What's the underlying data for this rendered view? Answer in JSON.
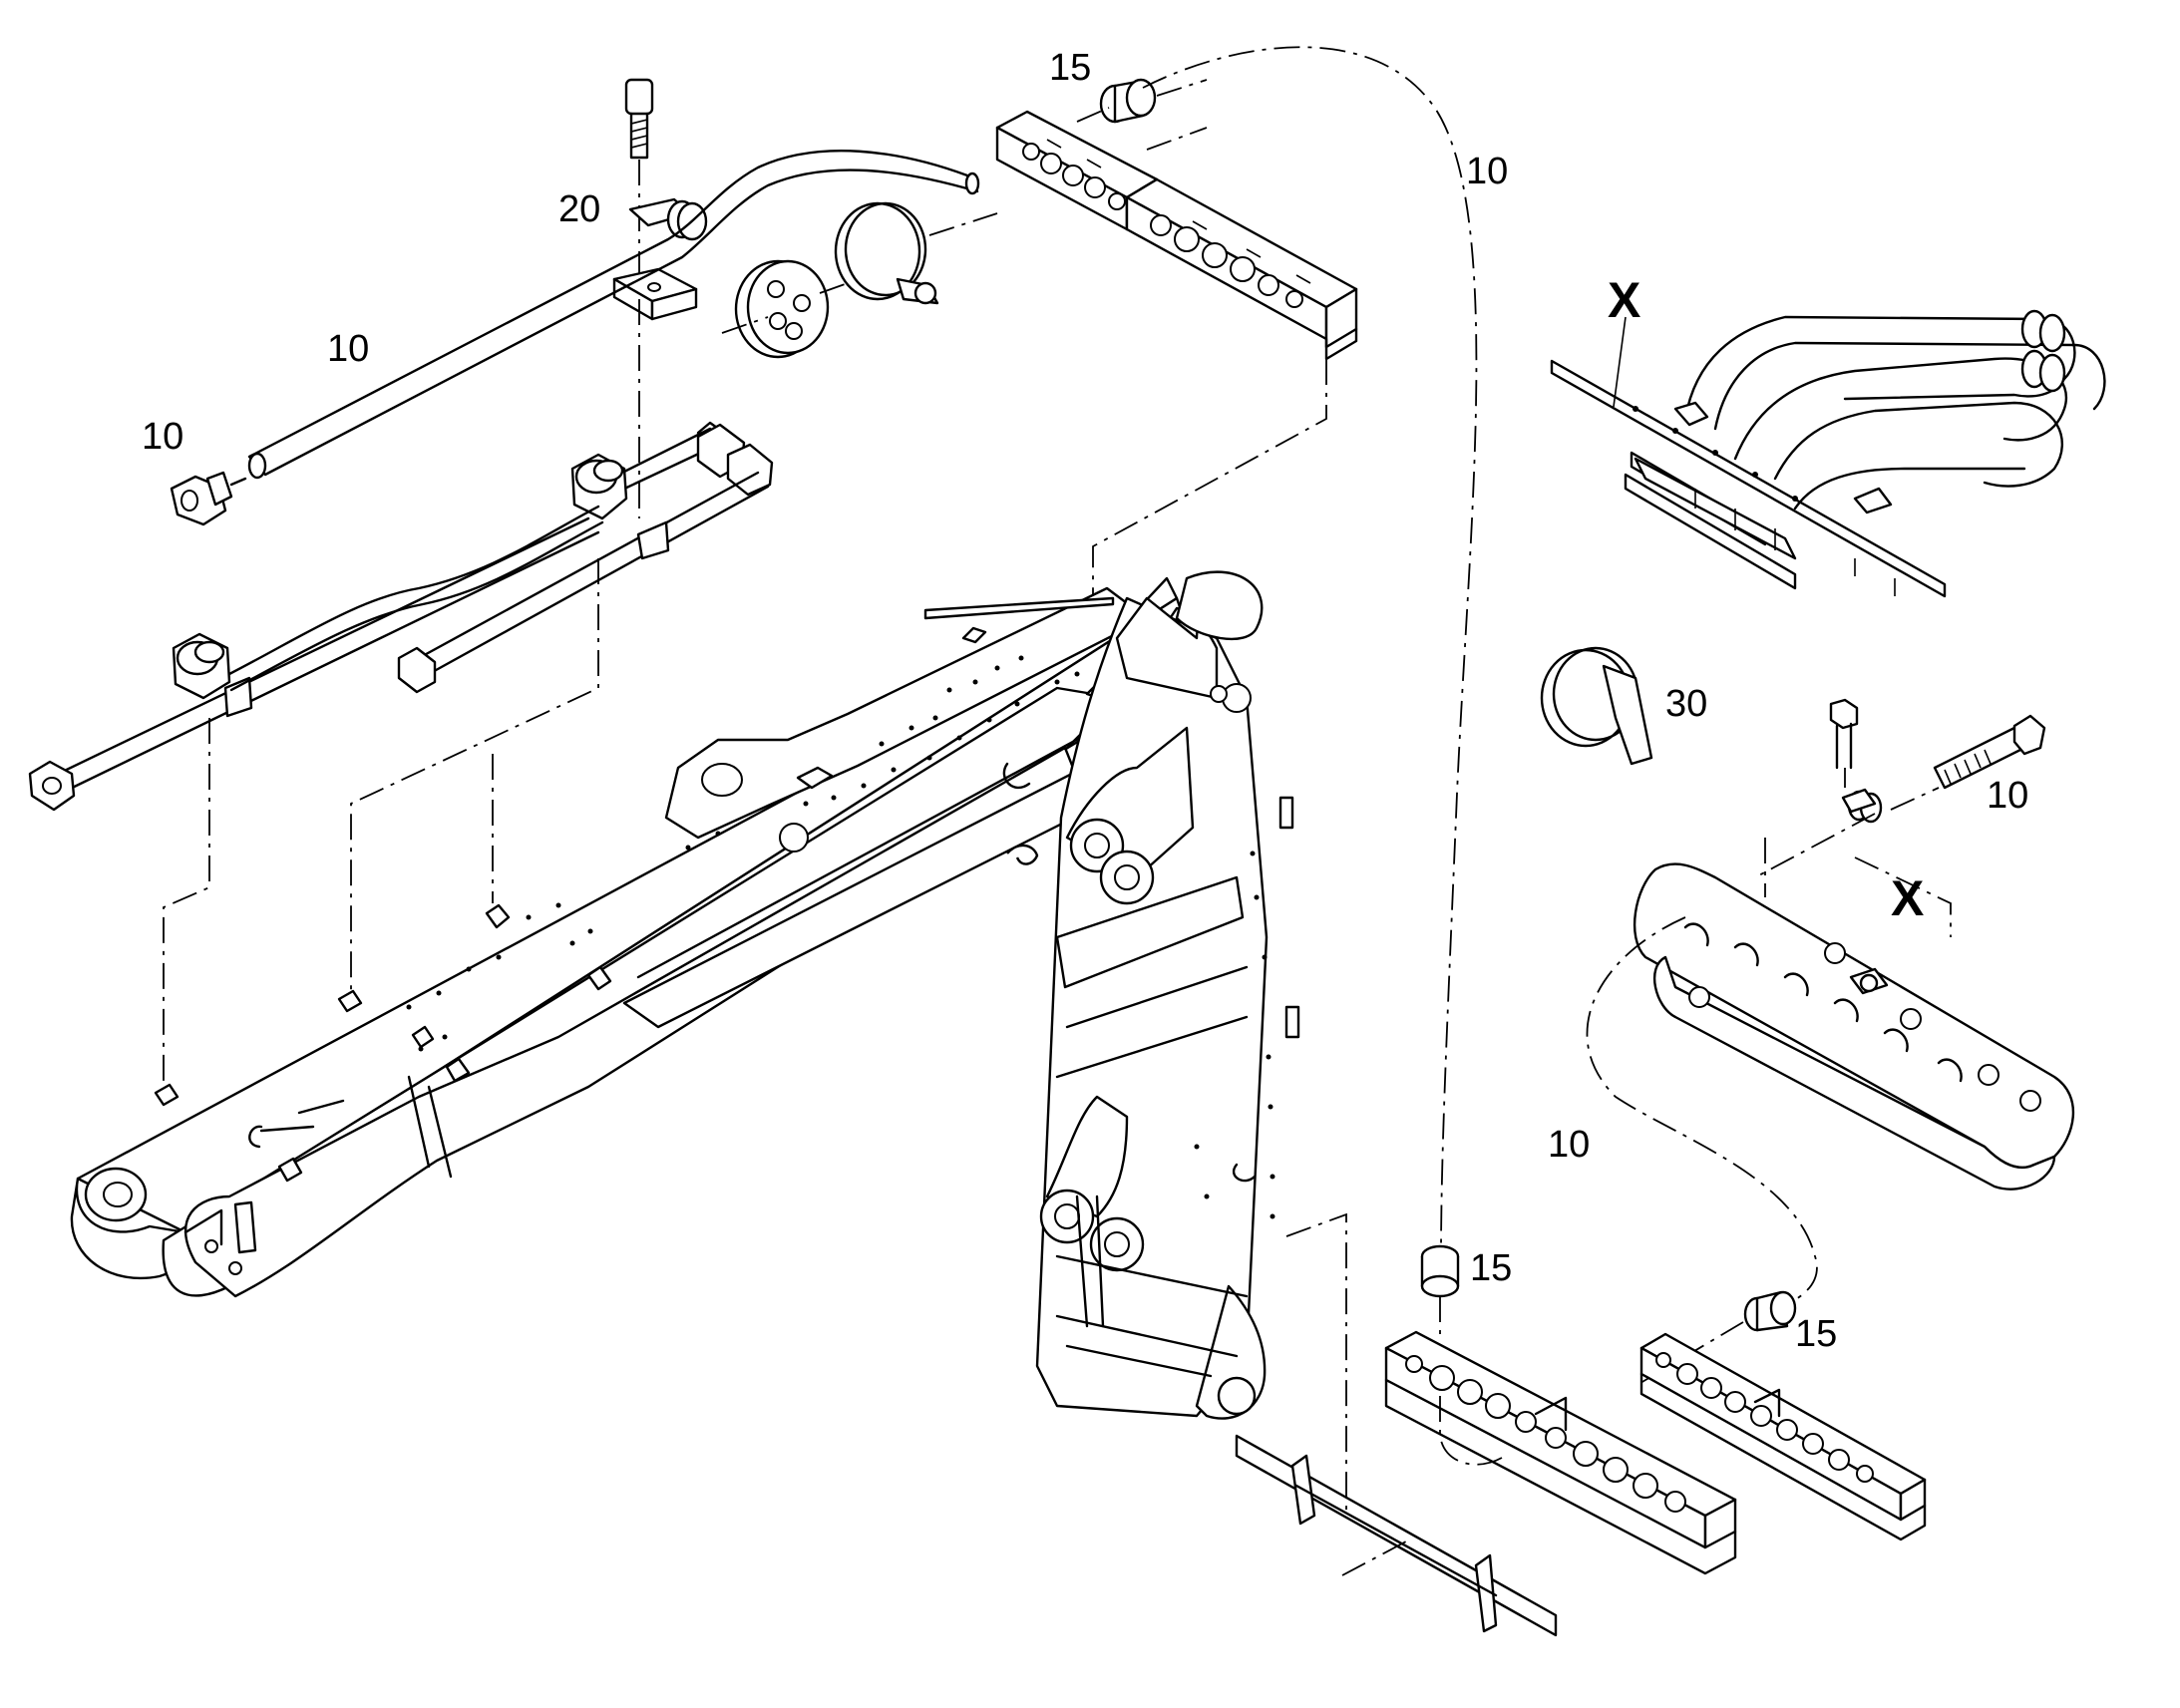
{
  "diagram": {
    "callouts": {
      "tube_top": "10",
      "tube_fitting": "10",
      "screw": "20",
      "grommet_top": "15",
      "route_top": "10",
      "view_top": "X",
      "clamp_ring": "30",
      "fitting_right": "10",
      "view_mid": "X",
      "route_right": "10",
      "grommet_bottom_left": "15",
      "grommet_bottom_right": "15"
    }
  }
}
